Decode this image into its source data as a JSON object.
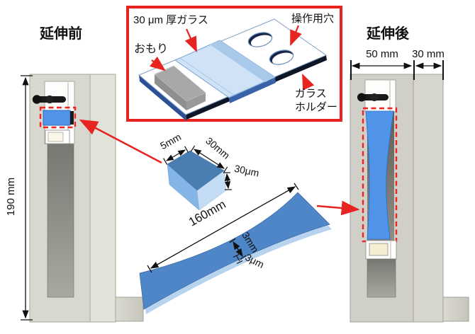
{
  "panels": {
    "before": {
      "title": "延伸前",
      "height_dim": "190 mm"
    },
    "after": {
      "title": "延伸後",
      "width_dim_main": "50 mm",
      "width_dim_side": "30 mm"
    }
  },
  "inset": {
    "glass_label": "30 μm 厚ガラス",
    "weight_label": "おもり",
    "hole_label": "操作用穴",
    "holder_label_line1": "ガラス",
    "holder_label_line2": "ホルダー"
  },
  "samples": {
    "cube": {
      "width": "5mm",
      "length": "30mm",
      "thickness": "30μm"
    },
    "sheet": {
      "length": "160mm",
      "width": "3mm",
      "thickness": "3μm"
    }
  },
  "colors": {
    "accent_red": "#e82420",
    "dashed_red": "#f32222",
    "sample_blue": "#4f94e8",
    "sheet_blue": "#4e86c8",
    "holder_navy": "#2d4f96",
    "holder_black": "#0e1526",
    "machine_beige": "#d9d8ce"
  }
}
